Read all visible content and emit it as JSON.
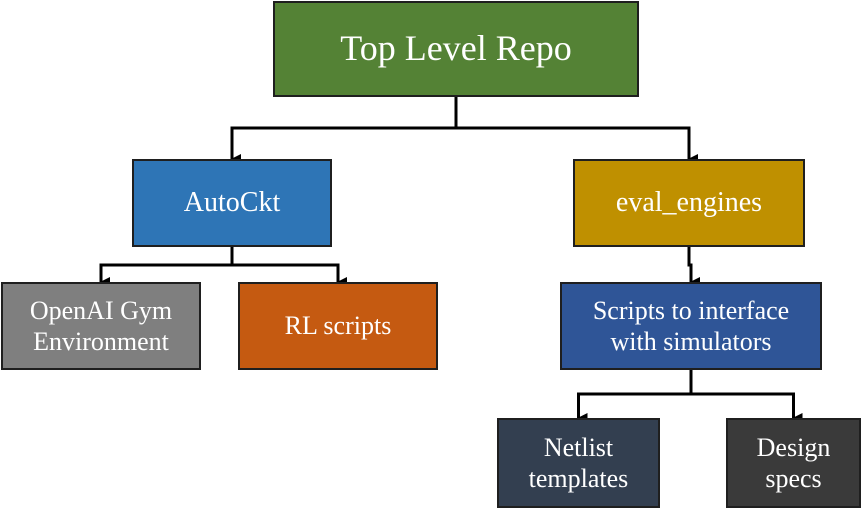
{
  "diagram": {
    "nodes": {
      "root": {
        "label": "Top Level Repo",
        "color": "#548235"
      },
      "auto": {
        "label": "AutoCkt",
        "color": "#2E75B6"
      },
      "eval": {
        "label": "eval_engines",
        "color": "#BF9000"
      },
      "gym": {
        "label": "OpenAI Gym\nEnvironment",
        "color": "#7F7F7F"
      },
      "rl": {
        "label": "RL scripts",
        "color": "#C55A11"
      },
      "sim": {
        "label": "Scripts to interface\nwith simulators",
        "color": "#2F5597"
      },
      "net": {
        "label": "Netlist\ntemplates",
        "color": "#333F50"
      },
      "spec": {
        "label": "Design\nspecs",
        "color": "#3A3A3A"
      }
    },
    "edges": [
      [
        "root",
        "auto"
      ],
      [
        "root",
        "eval"
      ],
      [
        "auto",
        "gym"
      ],
      [
        "auto",
        "rl"
      ],
      [
        "eval",
        "sim"
      ],
      [
        "sim",
        "net"
      ],
      [
        "sim",
        "spec"
      ]
    ],
    "connector_color": "#000000"
  }
}
